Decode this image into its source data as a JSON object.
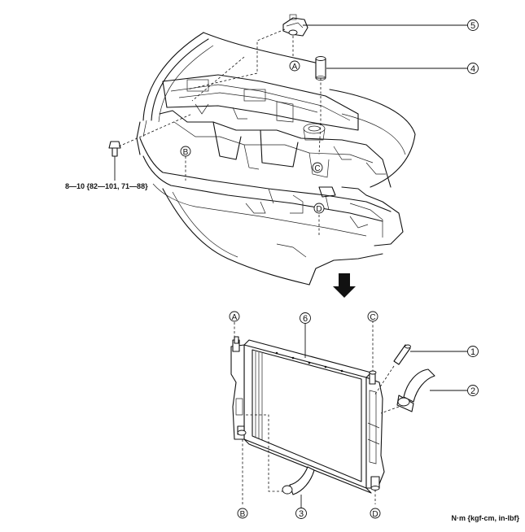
{
  "callouts": {
    "part_1": "1",
    "part_2": "2",
    "part_3": "3",
    "part_4": "4",
    "part_5": "5",
    "part_6": "6"
  },
  "reference_points": {
    "a_top": "A",
    "b_top": "B",
    "c_top": "C",
    "d_top": "D",
    "a_bottom": "A",
    "b_bottom": "B",
    "c_bottom": "C",
    "d_bottom": "D"
  },
  "torque_spec": "8—10 {82—101, 71—88}",
  "units_note": "N·m {kgf-cm, in-lbf}"
}
